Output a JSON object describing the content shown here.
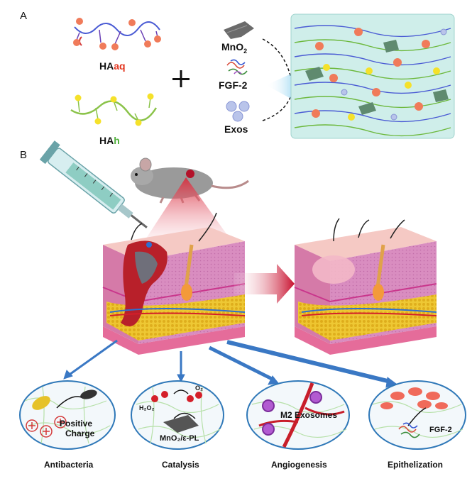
{
  "panel_a": {
    "label": "A",
    "haaq_prefix": "HA",
    "haaq_suffix": "aq",
    "hah_prefix": "HA",
    "hah_suffix": "h",
    "plus": "+",
    "mno2_base": "MnO",
    "mno2_sub": "2",
    "fgf2": "FGF-2",
    "exos": "Exos"
  },
  "panel_b": {
    "label": "B",
    "antibacteria": "Antibacteria",
    "positive_charge_1": "Positive",
    "positive_charge_2": "Charge",
    "catalysis": "Catalysis",
    "h2o2": "H₂O₂",
    "o2": "O₂",
    "mno2_epl": "MnO₂/ε-PL",
    "angiogenesis": "Angiogenesis",
    "m2_exosomes": "M2 Exosomes",
    "epithelization": "Epithelization",
    "fgf2": "FGF-2"
  },
  "colors": {
    "red_accent": "#e2341d",
    "green_accent": "#4faf3a",
    "arrow_blue": "#3a78c4",
    "skin_pink": "#e9a3c3",
    "skin_dark": "#c9679c",
    "wound_red": "#b8202a",
    "hydrogel_teal": "#bfe3df"
  }
}
